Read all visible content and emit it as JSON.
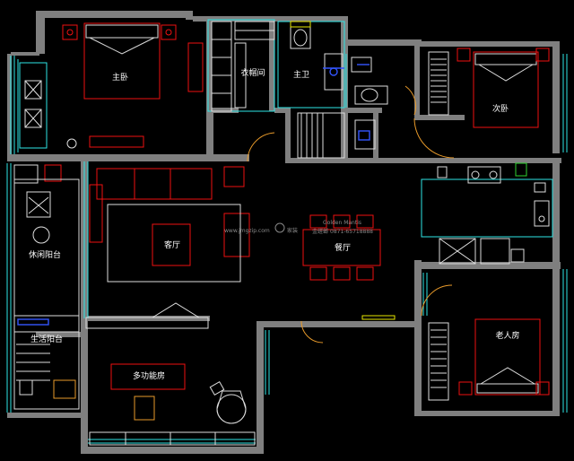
{
  "rooms": {
    "master_bedroom": "主卧",
    "cloakroom": "衣帽间",
    "master_bath": "主卫",
    "second_bedroom": "次卧",
    "living_room": "客厅",
    "dining_room": "餐厅",
    "leisure_balcony": "休闲阳台",
    "utility_balcony": "生活阳台",
    "multi_function_room": "多功能房",
    "elderly_room": "老人房"
  },
  "watermark": {
    "site": "www.jmgzip.com",
    "brand_en": "Golden Mantis",
    "brand_cn": "金螳螂",
    "brand_cn2": "家装",
    "phone": "0871-65718888"
  },
  "colors": {
    "background": "#000000",
    "wall": "#7f7f7f",
    "furniture": "#e11111",
    "window": "#2ee6e6",
    "fixture": "#dddddd",
    "plumbing": "#3355ff",
    "accent_yellow": "#e6e600",
    "appliance_green": "#2fd32f"
  }
}
